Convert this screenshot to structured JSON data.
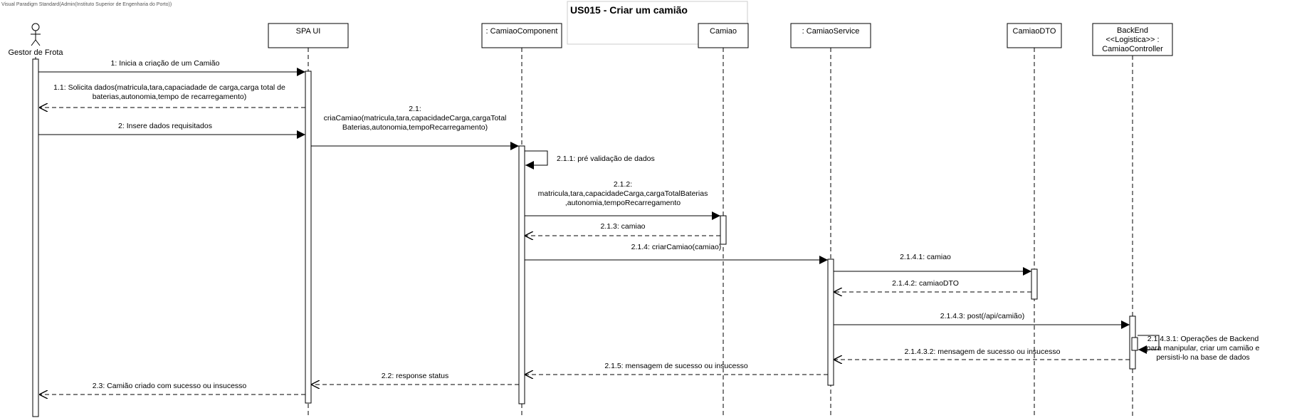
{
  "tool_caption": "Visual Paradigm Standard(Admin(Instituto Superior de Engenharia do Porto))",
  "title": "US015 - Criar um camião",
  "actor": {
    "name": "Gestor de Frota"
  },
  "participants": [
    {
      "lines": [
        "SPA UI"
      ]
    },
    {
      "lines": [
        ": CamiaoComponent"
      ]
    },
    {
      "lines": [
        "Camiao"
      ]
    },
    {
      "lines": [
        ": CamiaoService"
      ]
    },
    {
      "lines": [
        "CamiaoDTO"
      ]
    },
    {
      "lines": [
        "BackEnd",
        "<<Logistica>> :",
        "CamiaoController"
      ]
    }
  ],
  "messages": [
    {
      "from": "actor",
      "to": "SPA UI",
      "kind": "sync",
      "lines": [
        "1: Inicia a criação de um Camião"
      ]
    },
    {
      "from": "SPA UI",
      "to": "actor",
      "kind": "return",
      "lines": [
        "1.1: Solicita dados(matricula,tara,capaciadade de carga,carga total de",
        "baterias,autonomia,tempo de recarregamento)"
      ]
    },
    {
      "from": "actor",
      "to": "SPA UI",
      "kind": "sync",
      "lines": [
        "2: Insere dados requisitados"
      ]
    },
    {
      "from": "SPA UI",
      "to": ": CamiaoComponent",
      "kind": "sync",
      "lines": [
        "2.1:",
        "criaCamiao(matricula,tara,capacidadeCarga,cargaTotal",
        "Baterias,autonomia,tempoRecarregamento)"
      ]
    },
    {
      "from": ": CamiaoComponent",
      "to": ": CamiaoComponent",
      "kind": "self",
      "lines": [
        "2.1.1: pré validação de dados"
      ]
    },
    {
      "from": ": CamiaoComponent",
      "to": "Camiao",
      "kind": "sync",
      "lines": [
        "2.1.2:",
        "matricula,tara,capacidadeCarga,cargaTotalBaterias",
        ",autonomia,tempoRecarregamento"
      ]
    },
    {
      "from": "Camiao",
      "to": ": CamiaoComponent",
      "kind": "return",
      "lines": [
        "2.1.3: camiao"
      ]
    },
    {
      "from": ": CamiaoComponent",
      "to": ": CamiaoService",
      "kind": "sync",
      "lines": [
        "2.1.4: criarCamiao(camiao)"
      ]
    },
    {
      "from": ": CamiaoService",
      "to": "CamiaoDTO",
      "kind": "sync",
      "lines": [
        "2.1.4.1: camiao"
      ]
    },
    {
      "from": "CamiaoDTO",
      "to": ": CamiaoService",
      "kind": "return",
      "lines": [
        "2.1.4.2: camiaoDTO"
      ]
    },
    {
      "from": ": CamiaoService",
      "to": "CamiaoController",
      "kind": "sync",
      "lines": [
        "2.1.4.3: post(/api/camião)"
      ]
    },
    {
      "from": "CamiaoController",
      "to": "CamiaoController",
      "kind": "self",
      "lines": [
        "2.1.4.3.1: Operações de Backend",
        "para manipular, criar um camião e",
        "persisti-lo na base de dados"
      ]
    },
    {
      "from": "CamiaoController",
      "to": ": CamiaoService",
      "kind": "return",
      "lines": [
        "2.1.4.3.2: mensagem de sucesso ou insucesso"
      ]
    },
    {
      "from": ": CamiaoService",
      "to": ": CamiaoComponent",
      "kind": "return",
      "lines": [
        "2.1.5: mensagem de sucesso ou insucesso"
      ]
    },
    {
      "from": ": CamiaoComponent",
      "to": "SPA UI",
      "kind": "return",
      "lines": [
        "2.2: response status"
      ]
    },
    {
      "from": "SPA UI",
      "to": "actor",
      "kind": "return",
      "lines": [
        "2.3: Camião criado com sucesso ou insucesso"
      ]
    }
  ]
}
